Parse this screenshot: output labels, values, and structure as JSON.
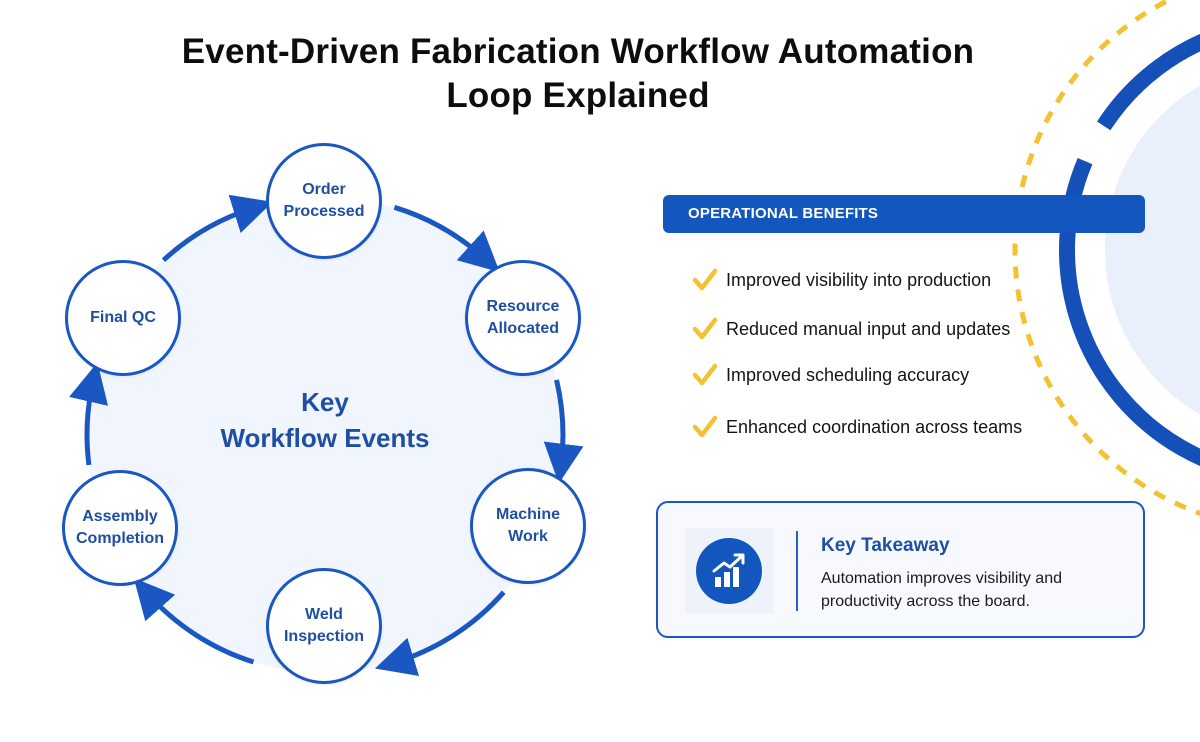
{
  "title": {
    "line1": "Event-Driven Fabrication Workflow Automation",
    "line2": "Loop Explained"
  },
  "cycle": {
    "center_line1": "Key",
    "center_line2": "Workflow Events",
    "nodes": [
      {
        "line1": "Order",
        "line2": "Processed"
      },
      {
        "line1": "Resource",
        "line2": "Allocated"
      },
      {
        "line1": "Machine",
        "line2": "Work"
      },
      {
        "line1": "Weld",
        "line2": "Inspection"
      },
      {
        "line1": "Assembly",
        "line2": "Completion"
      },
      {
        "line1": "Final QC",
        "line2": ""
      }
    ]
  },
  "benefits": {
    "header": "OPERATIONAL BENEFITS",
    "items": [
      "Improved visibility into production",
      "Reduced manual input and updates",
      "Improved scheduling accuracy",
      "Enhanced coordination across teams"
    ]
  },
  "takeaway": {
    "title": "Key Takeaway",
    "body": "Automation improves visibility and productivity across the board."
  },
  "colors": {
    "primary_blue": "#1356bd",
    "node_text": "#1e4fa3",
    "circle_fill": "#f1f5fd",
    "check_gold": "#f2c233",
    "deco_dash": "#f2c233"
  },
  "icons": {
    "check": "check-icon",
    "takeaway": "growth-chart-icon",
    "arrow": "arrow-icon"
  }
}
